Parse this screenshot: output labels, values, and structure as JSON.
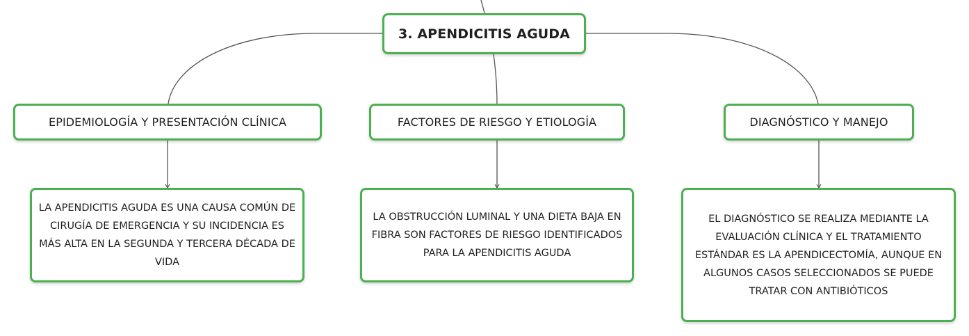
{
  "mind_map": {
    "root": {
      "label": "3. APENDICITIS AGUDA"
    },
    "branches": [
      {
        "topic": "EPIDEMIOLOGÍA Y PRESENTACIÓN CLÍNICA",
        "detail": "LA APENDICITIS AGUDA ES UNA CAUSA COMÚN DE CIRUGÍA DE EMERGENCIA Y SU INCIDENCIA ES MÁS ALTA EN LA SEGUNDA Y TERCERA DÉCADA DE VIDA"
      },
      {
        "topic": "FACTORES DE RIESGO Y ETIOLOGÍA",
        "detail": "LA OBSTRUCCIÓN LUMINAL Y UNA DIETA BAJA EN FIBRA SON FACTORES DE RIESGO IDENTIFICADOS PARA LA APENDICITIS AGUDA"
      },
      {
        "topic": "DIAGNÓSTICO Y MANEJO",
        "detail": "EL DIAGNÓSTICO SE REALIZA MEDIANTE LA EVALUACIÓN CLÍNICA Y EL TRATAMIENTO ESTÁNDAR ES LA APENDICECTOMÍA, AUNQUE EN ALGUNOS CASOS SELECCIONADOS SE PUEDE TRATAR CON ANTIBIÓTICOS"
      }
    ]
  },
  "colors": {
    "node_border": "#4caf50",
    "connector": "#555555",
    "text": "#1f1f1f"
  }
}
